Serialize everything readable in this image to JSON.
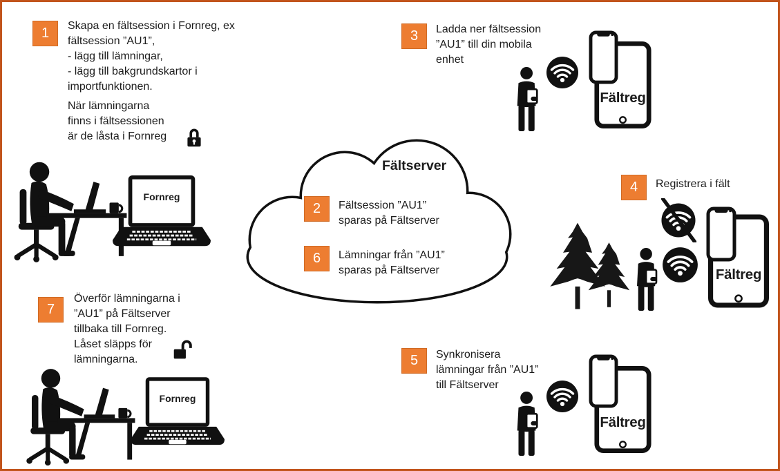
{
  "colors": {
    "badge": "#ED7D31",
    "badge_text": "#FFFFFF",
    "border": "#C2541C",
    "text": "#1C1C1C",
    "ink": "#111111",
    "background": "#FFFFFF"
  },
  "labels": {
    "fornreg": "Fornreg",
    "faltreg": "Fältreg",
    "faltserver": "Fältserver"
  },
  "icons": {
    "lock": "lock-icon",
    "unlock": "unlock-icon",
    "wifi": "wifi-icon",
    "wifi_off": "wifi-off-icon",
    "person_desk": "person-at-desk-icon",
    "person_tablet": "person-with-tablet-icon",
    "laptop": "laptop-icon",
    "phone": "smartphone-icon",
    "tablet": "tablet-icon",
    "tree": "conifer-tree-icon",
    "cloud": "cloud-shape"
  },
  "steps": {
    "s1": {
      "num": "1",
      "lines": [
        "Skapa en fältsession i Fornreg, ex",
        "fältsession ”AU1”,",
        "- lägg till lämningar,",
        "- lägg till bakgrundskartor i",
        "importfunktionen."
      ],
      "lines2": [
        "När lämningarna",
        "finns i fältsessionen",
        "är de låsta i Fornreg"
      ]
    },
    "s2": {
      "num": "2",
      "lines": [
        "Fältsession ”AU1”",
        "sparas på Fältserver"
      ]
    },
    "s3": {
      "num": "3",
      "lines": [
        "Ladda ner fältsession",
        "”AU1” till din mobila",
        "enhet"
      ]
    },
    "s4": {
      "num": "4",
      "lines": [
        "Registrera i fält"
      ]
    },
    "s5": {
      "num": "5",
      "lines": [
        "Synkronisera",
        "lämningar från ”AU1”",
        "till Fältserver"
      ]
    },
    "s6": {
      "num": "6",
      "lines": [
        "Lämningar från ”AU1”",
        "sparas på Fältserver"
      ]
    },
    "s7": {
      "num": "7",
      "lines": [
        "Överför lämningarna i",
        "”AU1” på Fältserver",
        "tillbaka till Fornreg.",
        "Låset släpps för",
        "lämningarna."
      ]
    }
  }
}
